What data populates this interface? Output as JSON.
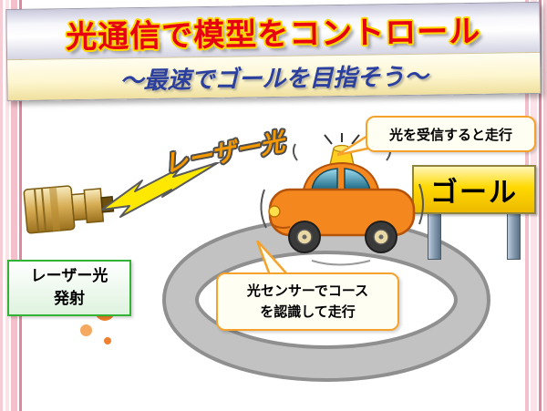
{
  "slide": {
    "title": "光通信で模型をコントロール",
    "subtitle": "～最速でゴールを目指そう～"
  },
  "labels": {
    "laser_beam": "レーザー光",
    "goal_sign": "ゴール"
  },
  "laser_emitter_box": {
    "line1": "レーザー光",
    "line2": "発射"
  },
  "callouts": {
    "receive": "光を受信すると走行",
    "sensor_line1": "光センサーでコース",
    "sensor_line2": "を認識して走行"
  },
  "icons": {
    "lightning_bolt": "zigzag-laser-beam",
    "laser_emitter": "gold-laser-pointer-device",
    "car": "orange-cartoon-car-with-beacon",
    "race_track": "gray-oval-loop-course",
    "goal_sign": "yellow-signboard-on-posts"
  },
  "colors": {
    "title_text": "#e60012",
    "title_outline": "#ffd800",
    "subtitle_text": "#2b3f9e",
    "laser_label": "#f39800",
    "callout_border": "#f5a22d",
    "callout_bg": "#fffef2",
    "laser_box_border": "#33b333",
    "goal_sign_yellow": "#ffd900",
    "track_gray": "#c2c2c2",
    "track_edge": "#8f8f8f",
    "car_orange": "#f5871f"
  }
}
